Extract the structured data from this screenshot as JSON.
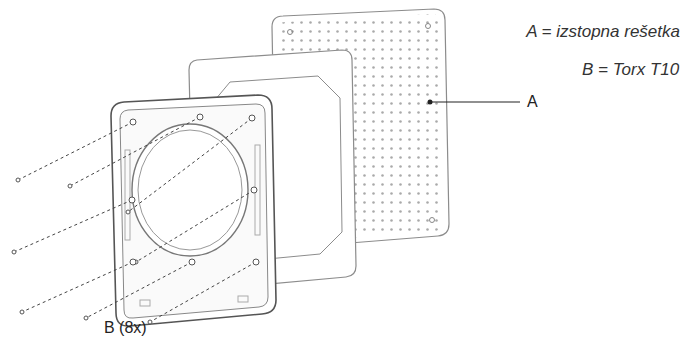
{
  "diagram": {
    "labels": [
      "A",
      "A = izstopna rešetka",
      "B = Torx T10",
      "B (8x)"
    ]
  }
}
